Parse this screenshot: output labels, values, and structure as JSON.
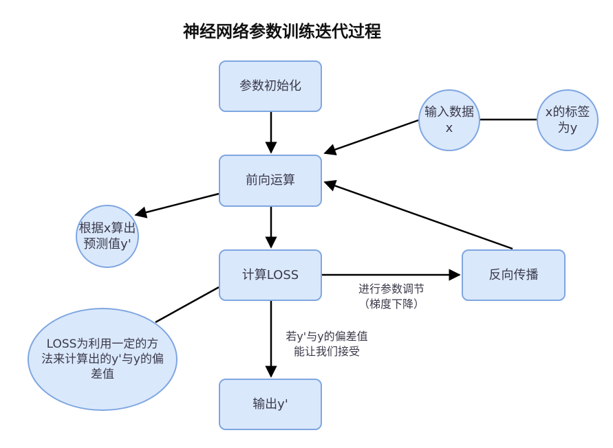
{
  "diagram": {
    "title": "神经网络参数训练迭代过程",
    "nodes": {
      "init": "参数初始化",
      "forward": "前向运算",
      "loss": "计算LOSS",
      "backward": "反向传播",
      "output": "输出y'",
      "input_x": "输入数据\nx",
      "label_y": "x的标签\n为y",
      "predict": "根据x算出\n预测值y'",
      "loss_desc": "LOSS为利用一定的方\n法来计算出的y'与y的偏\n差值"
    },
    "edge_labels": {
      "update": "进行参数调节\n（梯度下降）",
      "accept": "若y'与y的偏差值\n能让我们接受"
    },
    "colors": {
      "fill": "#dae8fc",
      "stroke": "#7ea6e0",
      "edge": "#000000"
    }
  }
}
